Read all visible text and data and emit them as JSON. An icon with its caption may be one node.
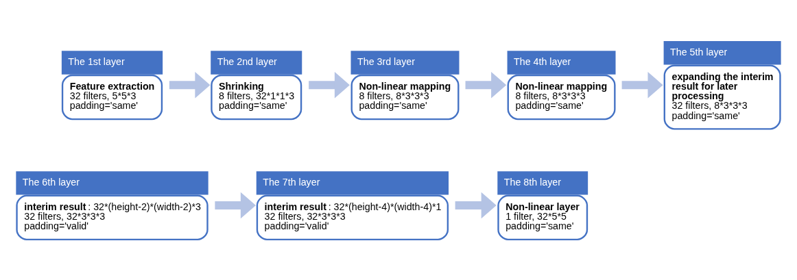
{
  "diagram": {
    "nodes": [
      {
        "text": [
          "The 1st layer",
          "**Feature extraction**",
          "32 filters, 5*5*3",
          "padding='same'"
        ]
      },
      {
        "text": [
          "The 2nd layer",
          "**Shrinking**",
          "8 filters, 32*1*1*3",
          "padding='same'"
        ]
      },
      {
        "text": [
          "The 3rd layer",
          "**Non-linear mapping**",
          "8 filters, 8*3*3*3",
          "padding='same'"
        ]
      },
      {
        "text": [
          "The 4th layer",
          "**Non-linear mapping**",
          "8 filters, 8*3*3*3",
          "padding='same'"
        ]
      },
      {
        "text": [
          "The 5th layer",
          "**expanding the interim result for later processing**",
          "32 filters, 8*3*3*3",
          "padding='same'"
        ]
      },
      {
        "text": [
          "The 6th layer",
          "**interim result** : 32*(height-2)*(width-2)*3",
          "32 filters, 32*3*3*3",
          "padding='valid'"
        ]
      },
      {
        "text": [
          "The 7th layer",
          "**interim result** : 32*(height-4)*(width-4)*1",
          "32 filters, 32*3*3*3",
          "padding='valid'"
        ]
      },
      {
        "text": [
          "The 8th layer",
          "**Non-linear layer**",
          "1 filter, 32*5*5",
          "padding='same'"
        ]
      }
    ],
    "edges": [
      {
        "from": 0,
        "to": 1,
        "arrow": "to"
      },
      {
        "from": 1,
        "to": 2,
        "arrow": "to"
      },
      {
        "from": 2,
        "to": 3,
        "arrow": "to"
      },
      {
        "from": 3,
        "to": 4,
        "arrow": "to"
      },
      {
        "from": 5,
        "to": 6,
        "arrow": "to"
      },
      {
        "from": 6,
        "to": 7,
        "arrow": "to"
      }
    ]
  }
}
